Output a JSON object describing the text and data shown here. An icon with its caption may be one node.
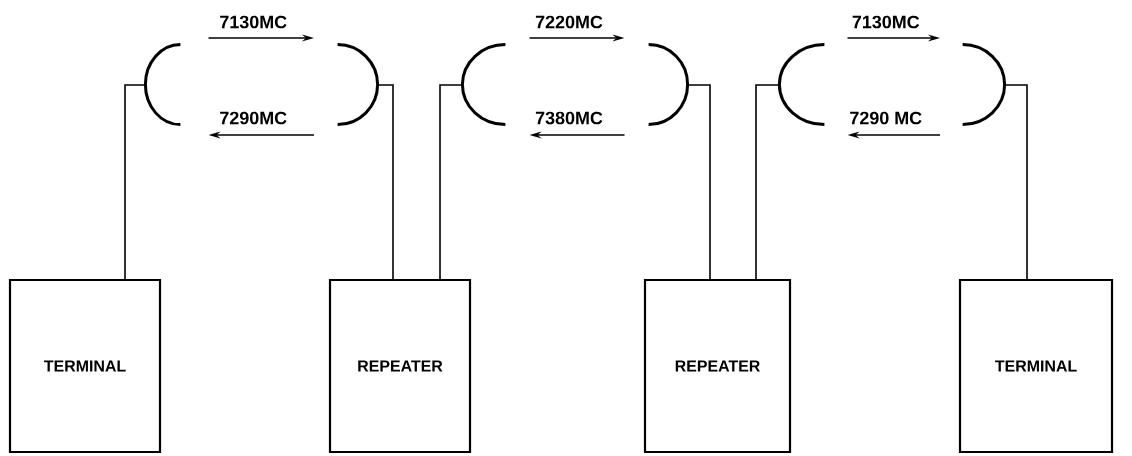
{
  "diagram": {
    "nodes": [
      {
        "text": [
          "TERMINAL"
        ]
      },
      {
        "text": [
          "REPEATER"
        ]
      },
      {
        "text": [
          "REPEATER"
        ]
      },
      {
        "text": [
          "TERMINAL"
        ]
      },
      {
        "text": [],
        "shape": "dish"
      },
      {
        "text": [],
        "shape": "dish"
      },
      {
        "text": [],
        "shape": "dish"
      },
      {
        "text": [],
        "shape": "dish"
      },
      {
        "text": [],
        "shape": "dish"
      },
      {
        "text": [],
        "shape": "dish"
      }
    ],
    "edges": [
      {
        "from": 0,
        "to": 4,
        "arrow": "none"
      },
      {
        "from": 1,
        "to": 5,
        "arrow": "none"
      },
      {
        "from": 1,
        "to": 6,
        "arrow": "none"
      },
      {
        "from": 2,
        "to": 7,
        "arrow": "none"
      },
      {
        "from": 2,
        "to": 8,
        "arrow": "none"
      },
      {
        "from": 3,
        "to": 9,
        "arrow": "none"
      },
      {
        "from": 4,
        "to": 5,
        "arrow": "to",
        "label": "7130MC"
      },
      {
        "from": 5,
        "to": 4,
        "arrow": "to",
        "label": "7290MC"
      },
      {
        "from": 6,
        "to": 7,
        "arrow": "to",
        "label": "7220MC"
      },
      {
        "from": 7,
        "to": 6,
        "arrow": "to",
        "label": "7380MC"
      },
      {
        "from": 8,
        "to": 9,
        "arrow": "to",
        "label": "7130MC"
      },
      {
        "from": 9,
        "to": 8,
        "arrow": "to",
        "label": "7290 MC"
      }
    ]
  }
}
